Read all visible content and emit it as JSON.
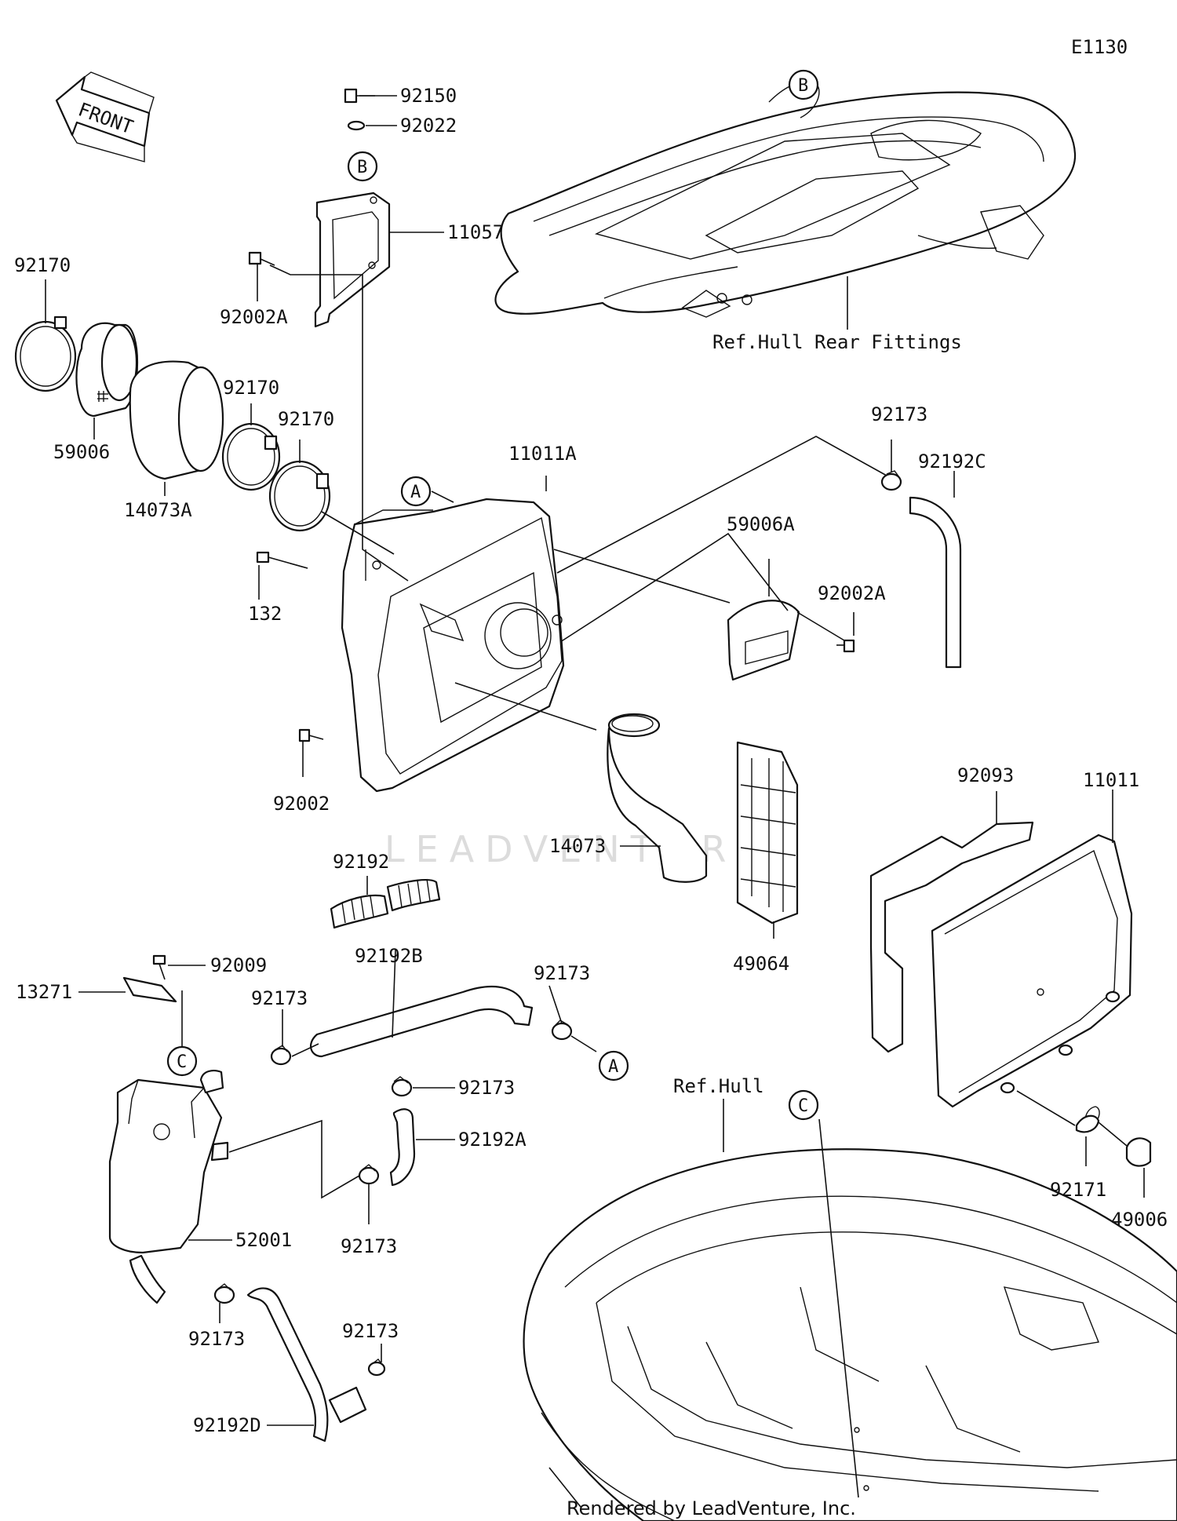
{
  "diagram_code": "E1130",
  "front_label": "FRONT",
  "credit": "Rendered by LeadVenture, Inc.",
  "watermark": "LEADVENTURE",
  "references": {
    "hull_rear_fittings": "Ref.Hull Rear Fittings",
    "hull": "Ref.Hull"
  },
  "callouts": {
    "a1": "A",
    "a2": "A",
    "b1": "B",
    "b2": "B",
    "c1": "C",
    "c2": "C"
  },
  "parts": [
    "92150",
    "92022",
    "11057",
    "92002A",
    "92170",
    "59006",
    "14073A",
    "92170",
    "92170",
    "11011A",
    "132",
    "92002",
    "92173",
    "92192C",
    "59006A",
    "92002A",
    "14073",
    "49064",
    "92093",
    "11011",
    "92192",
    "92009",
    "13271",
    "92173",
    "92192B",
    "92173",
    "92173",
    "92192A",
    "92173",
    "52001",
    "92173",
    "92173",
    "92192D",
    "92171",
    "49006"
  ]
}
